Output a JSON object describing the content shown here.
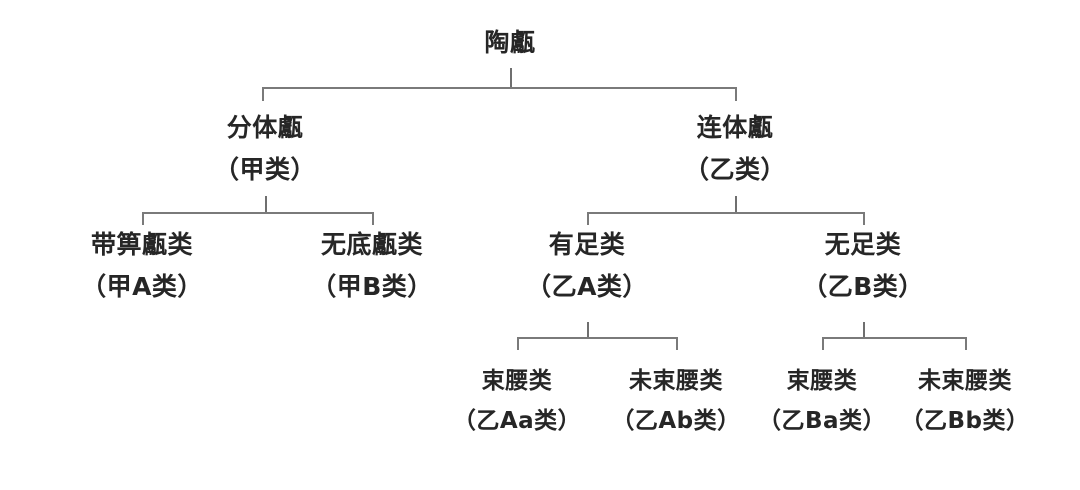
{
  "diagram": {
    "type": "tree",
    "title": "陶甗",
    "background_color": "#ffffff",
    "line_color": "#7a7a7a",
    "text_color": "#262626",
    "nodes": {
      "root": {
        "title": "陶甗",
        "code": ""
      },
      "l1_left": {
        "title": "分体甗",
        "code": "（甲类）"
      },
      "l1_right": {
        "title": "连体甗",
        "code": "（乙类）"
      },
      "l2_a": {
        "title": "带箅甗类",
        "code": "（甲A类）"
      },
      "l2_b": {
        "title": "无底甗类",
        "code": "（甲B类）"
      },
      "l2_c": {
        "title": "有足类",
        "code": "（乙A类）"
      },
      "l2_d": {
        "title": "无足类",
        "code": "（乙B类）"
      },
      "l3_a": {
        "title": "束腰类",
        "code": "（乙Aa类）"
      },
      "l3_b": {
        "title": "未束腰类",
        "code": "（乙Ab类）"
      },
      "l3_c": {
        "title": "束腰类",
        "code": "（乙Ba类）"
      },
      "l3_d": {
        "title": "未束腰类",
        "code": "（乙Bb类）"
      }
    }
  }
}
